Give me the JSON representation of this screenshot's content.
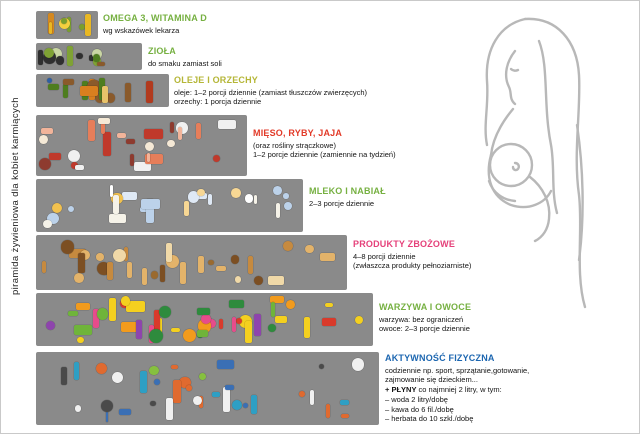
{
  "page": {
    "side_label": "piramida żywieniowa dla kobiet karmiących"
  },
  "pyramid": {
    "rows": [
      {
        "id": "omega",
        "title": "OMEGA 3, WITAMINA D",
        "title_color": "#76b041",
        "lines": [
          "wg wskazówek lekarza"
        ],
        "icons": [
          "supplement-bottle-icon",
          "capsule-blister-icon"
        ],
        "palette": [
          "#e9b824",
          "#f4d03f",
          "#7a9e2e",
          "#d4881f",
          "#f7f3e3"
        ],
        "item_count": 7
      },
      {
        "id": "ziola",
        "title": "ZIOŁA",
        "title_color": "#76b041",
        "lines": [
          "do smaku zamiast soli"
        ],
        "icons": [
          "herbs-icon",
          "spice-seeds-icon"
        ],
        "palette": [
          "#4e7d1f",
          "#7fa234",
          "#2f2f2f",
          "#8a5a2b",
          "#c9d6a3"
        ],
        "item_count": 12
      },
      {
        "id": "oleje",
        "title": "OLEJE I ORZECHY",
        "title_color": "#b5b637",
        "lines": [
          "oleje: 1–2 porcji dziennie (zamiast tłuszczów zwierzęcych)",
          "orzechy: 1 porcja dziennie"
        ],
        "icons": [
          "oil-bottle-icon",
          "nuts-icon"
        ],
        "palette": [
          "#d97f1f",
          "#b23a1e",
          "#4e7d1f",
          "#2f5fa3",
          "#8a5a2b",
          "#e8c36a"
        ],
        "item_count": 15
      },
      {
        "id": "mieso",
        "title": "MIĘSO, RYBY, JAJA",
        "title_color": "#e23a28",
        "lines": [
          "(oraz rośliny strączkowe)",
          "1–2 porcje dziennie (zamiennie na tydzień)"
        ],
        "icons": [
          "meat-icon",
          "fish-icon",
          "eggs-icon",
          "legumes-icon"
        ],
        "palette": [
          "#c0392b",
          "#e67e5a",
          "#f2b49a",
          "#f5e9d6",
          "#8e3b2f",
          "#f0f0f0"
        ],
        "item_count": 26
      },
      {
        "id": "mleko",
        "title": "MLEKO I NABIAŁ",
        "title_color": "#76b041",
        "lines": [
          "2–3 porcje dziennie"
        ],
        "icons": [
          "milk-carton-icon",
          "cheese-icon",
          "yogurt-icon"
        ],
        "palette": [
          "#f5f2e8",
          "#dfe9f5",
          "#f2c14e",
          "#ffffff",
          "#bcd2ea",
          "#f7d794"
        ],
        "item_count": 24
      },
      {
        "id": "zboza",
        "title": "PRODUKTY ZBOŻOWE",
        "title_color": "#e5417a",
        "lines": [
          "4–8 porcji dziennie",
          "(zwłaszcza produkty pełnoziarniste)"
        ],
        "icons": [
          "bread-icon",
          "pasta-icon",
          "grains-icon"
        ],
        "palette": [
          "#c68a3f",
          "#e3b36a",
          "#9a6a2f",
          "#f0d9a8",
          "#7c4f23"
        ],
        "item_count": 30
      },
      {
        "id": "warzywa",
        "title": "WARZYWA I OWOCE",
        "title_color": "#76b041",
        "lines": [
          "warzywa: bez ograniczeń",
          "owoce: 2–3 porcje dziennie"
        ],
        "icons": [
          "vegetables-icon",
          "fruits-icon"
        ],
        "palette": [
          "#d93a2b",
          "#f29b1d",
          "#6fb43a",
          "#2e8b3d",
          "#f4d01f",
          "#8e44ad",
          "#e74c8b"
        ],
        "item_count": 42
      },
      {
        "id": "aktywnosc",
        "title": "AKTYWNOŚĆ FIZYCZNA",
        "title_color": "#1c66b0",
        "lines": [
          "codziennie np. sport, sprzątanie,gotowanie,",
          "zajmowanie się dzieckiem..."
        ],
        "fluids": {
          "prefix": "+ PŁYNY",
          "rest": " co najmniej 2 litry, w tym:"
        },
        "bullets": [
          "– woda 2 litry/dobę",
          "– kawa do 6 fil./dobę",
          "– herbata do 10 szkl./dobę"
        ],
        "icons": [
          "exercise-figure-icon",
          "bicycle-icon",
          "dumbbell-icon",
          "clock-icon",
          "water-bottle-icon",
          "ball-icon"
        ],
        "palette": [
          "#2e9fc4",
          "#e06a2f",
          "#4a4a4a",
          "#86c03f",
          "#f0f0f0",
          "#3a6fb5"
        ],
        "item_count": 34
      }
    ]
  }
}
